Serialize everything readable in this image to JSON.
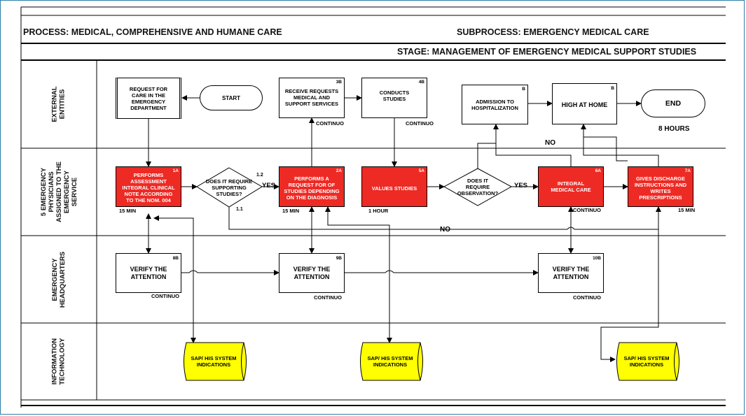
{
  "header": {
    "process": "PROCESS: MEDICAL, COMPREHENSIVE AND HUMANE CARE",
    "subprocess": "SUBPROCESS: EMERGENCY MEDICAL CARE",
    "stage": "STAGE: MANAGEMENT OF EMERGENCY MEDICAL SUPPORT STUDIES"
  },
  "lanes": {
    "external": "EXTERNAL\nENTITIES",
    "physicians": "5 EMERGENCY\nPHYSICIANS\nASSIGNED TO THE\nEMERGENCY\nSERVICE",
    "headquarters": "EMERGENCY\nHEADQUARTERS",
    "it": "INFORMATION\nTECHNOLOGY"
  },
  "nodes": {
    "request_care": {
      "text": "REQUEST FOR CARE IN THE EMERGENCY DEPARTMENT"
    },
    "start": {
      "text": "START"
    },
    "receive_requests": {
      "text": "RECEIVE REQUESTS MEDICAL AND SUPPORT SERVICES",
      "code": "3B",
      "note": "CONTINUO"
    },
    "conducts_studies": {
      "text": "CONDUCTS STUDIES",
      "code": "4B",
      "note": "CONTINUO"
    },
    "admission": {
      "text": "ADMISSION TO HOSPITALIZATION",
      "code": "B"
    },
    "high_home": {
      "text": "HIGH AT HOME",
      "code": "B"
    },
    "end": {
      "text": "END"
    },
    "eight_hours": "8 HOURS",
    "performs_assessment": {
      "text": "PERFORMS ASSESSMENT INTEGRAL CLINICAL NOTE ACCORDING TO THE NOM. 004",
      "code": "1A",
      "time": "15 MIN"
    },
    "require_studies": {
      "text": "DOES IT REQUIRE SUPPORTING STUDIES?",
      "n12": "1.2",
      "n11": "1.1",
      "yes": "YES"
    },
    "performs_request": {
      "text": "PERFORMS A REQUEST FOR OF STUDIES DEPENDING ON THE DIAGNOSIS",
      "code": "2A",
      "time": "15 MIN"
    },
    "values_studies": {
      "text": "VALUES STUDIES",
      "code": "5A",
      "time": "1 HOUR"
    },
    "require_observation": {
      "text": "DOES IT REQUIRE OBSERVATION?",
      "yes": "YES"
    },
    "integral_care": {
      "text": "INTEGRAL MEDICAL CARE",
      "code": "6A",
      "note": "CONTINUO"
    },
    "discharge": {
      "text": "GIVES DISCHARGE INSTRUCTIONS AND WRITES PRESCRIPTIONS",
      "code": "7A",
      "time": "15 MIN"
    },
    "verify1": {
      "text": "VERIFY THE ATTENTION",
      "code": "8B",
      "note": "CONTINUO"
    },
    "verify2": {
      "text": "VERIFY THE ATTENTION",
      "code": "9B",
      "note": "CONTINUO"
    },
    "verify3": {
      "text": "VERIFY THE ATTENTION",
      "code": "10B",
      "note": "CONTINUO"
    },
    "sap1": {
      "text": "SAP/ HIS SYSTEM INDICATIONS"
    },
    "sap2": {
      "text": "SAP/ HIS SYSTEM INDICATIONS"
    },
    "sap3": {
      "text": "SAP/ HIS SYSTEM INDICATIONS"
    },
    "no_top": "NO",
    "no_bottom": "NO"
  },
  "colors": {
    "process_red": "#ee2a24",
    "db_yellow": "#ffff00",
    "frame": "#2a7fa8"
  }
}
